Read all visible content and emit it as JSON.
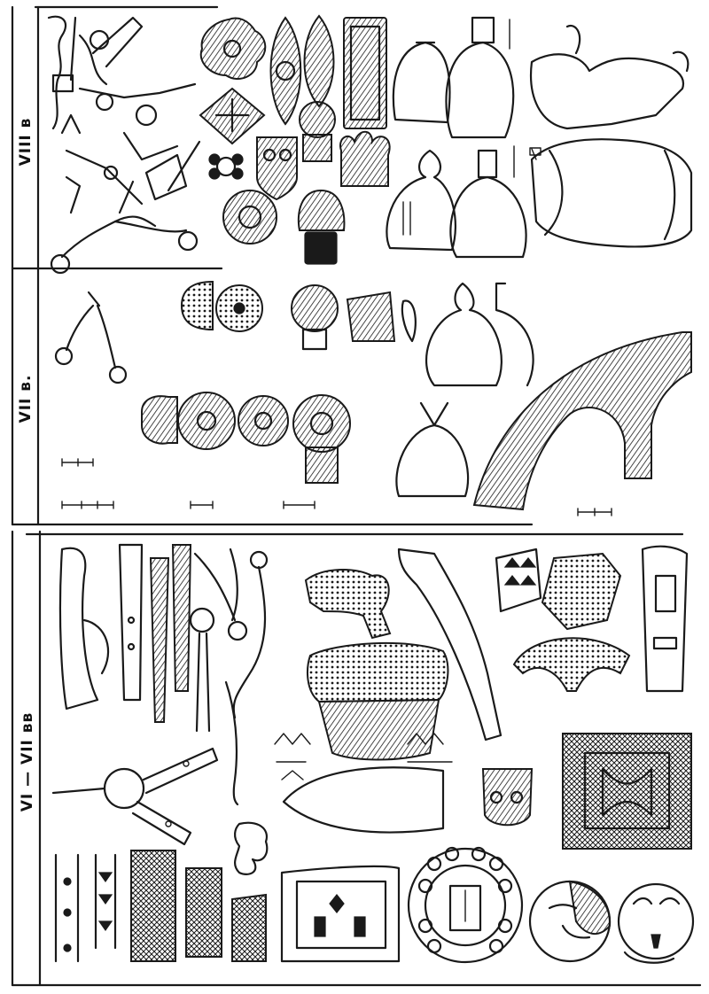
{
  "periods": [
    {
      "id": "viii",
      "label": "VIII в"
    },
    {
      "id": "vii",
      "label": "VII в."
    },
    {
      "id": "vi-vii",
      "label": "VI — VII вв"
    }
  ],
  "colors": {
    "ink": "#1a1a1a",
    "paper": "#ffffff"
  }
}
